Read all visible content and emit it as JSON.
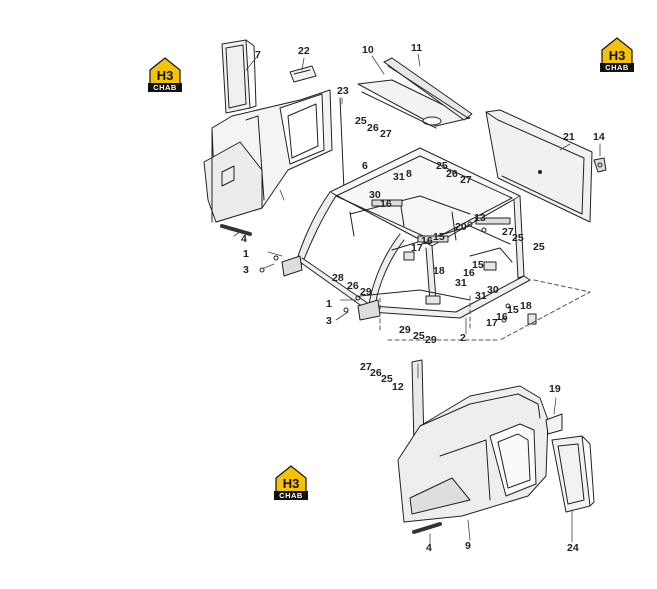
{
  "brand": {
    "mark": "H3",
    "name": "CHAB",
    "color": "#f5c20a"
  },
  "part_numbers": [
    "7",
    "22",
    "10",
    "11",
    "23",
    "25",
    "26",
    "27",
    "6",
    "8",
    "31",
    "30",
    "16",
    "21",
    "14",
    "25",
    "26",
    "27",
    "13",
    "20",
    "27",
    "25",
    "25",
    "17",
    "16",
    "15",
    "15",
    "16",
    "18",
    "31",
    "30",
    "31",
    "2",
    "1",
    "3",
    "28",
    "26",
    "29",
    "4",
    "1",
    "3",
    "29",
    "25",
    "29",
    "18",
    "15",
    "16",
    "17",
    "27",
    "26",
    "25",
    "12",
    "19",
    "4",
    "9",
    "24"
  ]
}
